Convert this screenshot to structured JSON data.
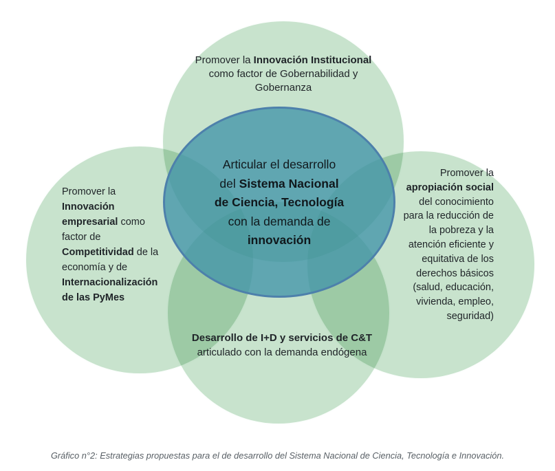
{
  "diagram": {
    "type": "venn-strategy-diagram",
    "colors": {
      "petal_green": "#c8e3cd",
      "petal_overlap_green": "#a7d2ae",
      "center_fill": "#4395a9",
      "center_border": "#4d80ab",
      "text": "#1f2428",
      "caption_text": "#596066"
    },
    "bubbles": {
      "top": {
        "align": "center",
        "lines": [
          [
            {
              "t": "Promover la ",
              "b": false
            },
            {
              "t": "Innovación Institucional",
              "b": true
            }
          ],
          [
            {
              "t": "como factor de Gobernabilidad y",
              "b": false
            }
          ],
          [
            {
              "t": "Gobernanza",
              "b": false
            }
          ]
        ]
      },
      "left": {
        "align": "left",
        "lines": [
          [
            {
              "t": "Promover la",
              "b": false
            }
          ],
          [
            {
              "t": "Innovación",
              "b": true
            }
          ],
          [
            {
              "t": "empresarial",
              "b": true
            },
            {
              "t": " como",
              "b": false
            }
          ],
          [
            {
              "t": "factor de",
              "b": false
            }
          ],
          [
            {
              "t": "Competitividad",
              "b": true
            },
            {
              "t": " de la",
              "b": false
            }
          ],
          [
            {
              "t": "economía y de",
              "b": false
            }
          ],
          [
            {
              "t": "Internacionalización",
              "b": true
            }
          ],
          [
            {
              "t": "de las PyMes",
              "b": true
            }
          ]
        ]
      },
      "right": {
        "align": "right",
        "lines": [
          [
            {
              "t": "Promover la",
              "b": false
            }
          ],
          [
            {
              "t": "apropiación social",
              "b": true
            }
          ],
          [
            {
              "t": "del conocimiento",
              "b": false
            }
          ],
          [
            {
              "t": "para la reducción de",
              "b": false
            }
          ],
          [
            {
              "t": "la pobreza y la",
              "b": false
            }
          ],
          [
            {
              "t": "atención eficiente y",
              "b": false
            }
          ],
          [
            {
              "t": "equitativa de los",
              "b": false
            }
          ],
          [
            {
              "t": "derechos básicos",
              "b": false
            }
          ],
          [
            {
              "t": "(salud, educación,",
              "b": false
            }
          ],
          [
            {
              "t": "vivienda, empleo,",
              "b": false
            }
          ],
          [
            {
              "t": "seguridad)",
              "b": false
            }
          ]
        ]
      },
      "bottom": {
        "align": "center",
        "lines": [
          [
            {
              "t": "Desarrollo de I+D y servicios de C&T",
              "b": true
            }
          ],
          [
            {
              "t": "articulado con la demanda endógena",
              "b": false
            }
          ]
        ]
      },
      "center": {
        "align": "center",
        "lines": [
          [
            {
              "t": "Articular el desarrollo",
              "b": false
            }
          ],
          [
            {
              "t": "del ",
              "b": false
            },
            {
              "t": "Sistema Nacional",
              "b": true
            }
          ],
          [
            {
              "t": "de Ciencia, Tecnología",
              "b": true
            }
          ],
          [
            {
              "t": "con la demanda de",
              "b": false
            }
          ],
          [
            {
              "t": "innovación",
              "b": true
            }
          ]
        ]
      }
    },
    "caption": "Gráfico n°2: Estrategias propuestas para el de desarrollo del Sistema Nacional de Ciencia, Tecnología e Innovación."
  }
}
